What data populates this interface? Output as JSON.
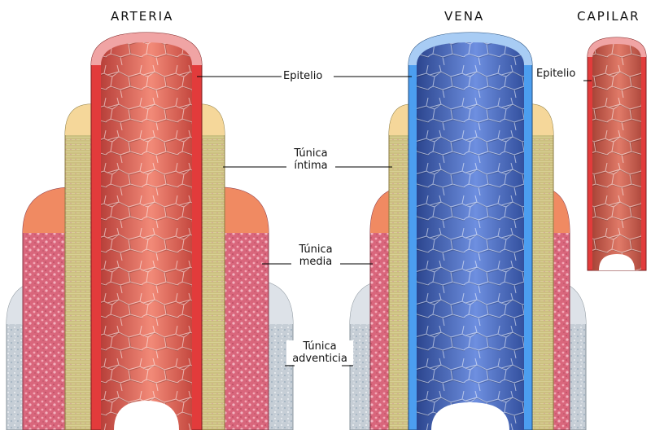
{
  "titles": {
    "arteria": "ARTERIA",
    "vena": "VENA",
    "capilar": "CAPILAR"
  },
  "labels": {
    "epitelio": "Epitelio",
    "epitelio_capilar": "Epitelio",
    "intima_1": "Túnica",
    "intima_2": "íntima",
    "media_1": "Túnica",
    "media_2": "media",
    "adventicia_1": "Túnica",
    "adventicia_2": "adventicia"
  },
  "colors": {
    "artery_lumen": "#e2695a",
    "artery_lumen_dark": "#b8403a",
    "vein_lumen": "#4a6cc4",
    "vein_lumen_dark": "#2c468f",
    "capillary_lumen": "#c85a4c",
    "epithelium_red": "#e23b3b",
    "epithelium_blue": "#4c9ef0",
    "intima": "#d8cf94",
    "intima_top": "#f5d79a",
    "media": "#d9667c",
    "media_top": "#f08a62",
    "adventicia": "#c6ced6",
    "adventicia_top": "#dde2e8"
  }
}
